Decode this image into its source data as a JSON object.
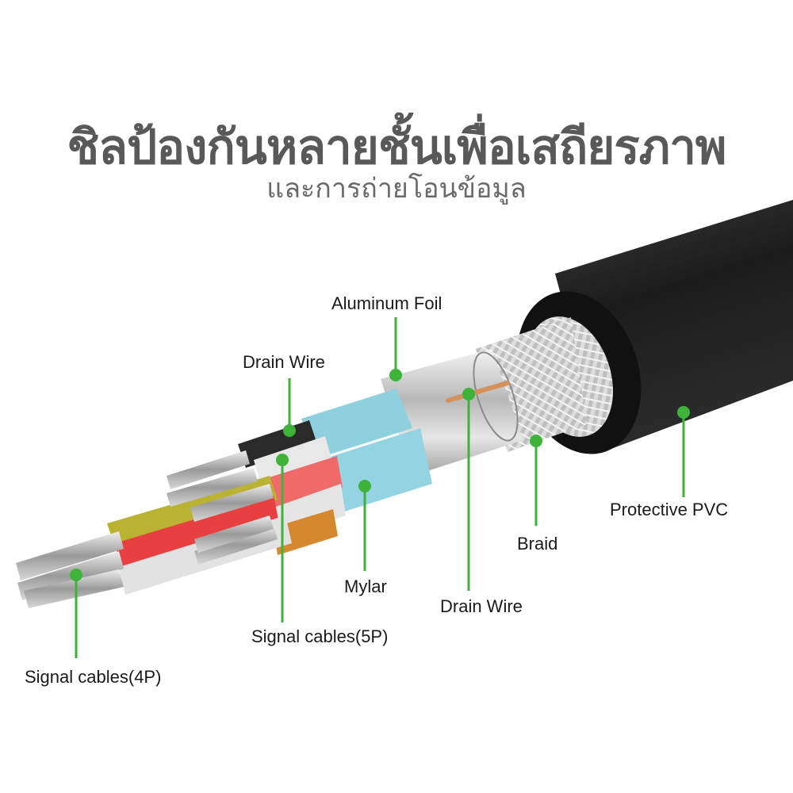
{
  "header": {
    "title": "ชิลป้องกันหลายชั้นเพื่อเสถียรภาพ",
    "subtitle": "และการถ่ายโอนข้อมูล"
  },
  "colors": {
    "accent_green": "#3db33a",
    "title_gray": "#595959",
    "jacket_black": "#1c1c1c",
    "mylar_blue": "#8fd0df"
  },
  "callouts": [
    {
      "id": "aluminum-foil",
      "label": "Aluminum Foil"
    },
    {
      "id": "drain-wire-top",
      "label": "Drain Wire"
    },
    {
      "id": "protective-pvc",
      "label": "Protective PVC"
    },
    {
      "id": "braid",
      "label": "Braid"
    },
    {
      "id": "drain-wire-bottom",
      "label": "Drain Wire"
    },
    {
      "id": "mylar",
      "label": "Mylar"
    },
    {
      "id": "signal-cables-5p",
      "label": "Signal cables(5P)"
    },
    {
      "id": "signal-cables-4p",
      "label": "Signal cables(4P)"
    }
  ]
}
